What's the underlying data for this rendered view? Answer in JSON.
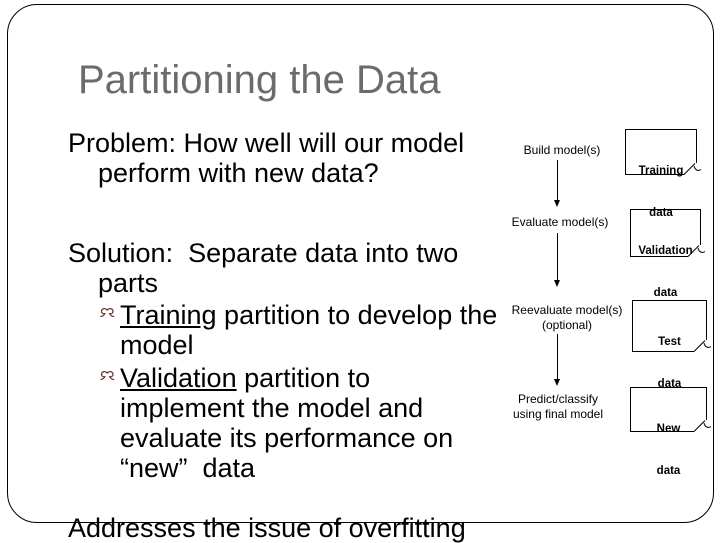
{
  "slide": {
    "title": "Partitioning the Data",
    "problem": {
      "line1": "Problem: How well will our model",
      "line2": "perform with new data?"
    },
    "solution": {
      "line1": "Solution:  Separate data into two",
      "line2": "parts"
    },
    "bullets": [
      {
        "lead": "Training",
        "first_rest": " partition to develop the",
        "lines": [
          "model"
        ]
      },
      {
        "lead": "Validation",
        "first_rest": " partition to",
        "lines": [
          "implement the model and",
          "evaluate its performance on",
          "“new”  data"
        ]
      }
    ],
    "footer": "Addresses the issue of overfitting"
  },
  "diagram": {
    "steps": [
      {
        "line1": "Build model(s)"
      },
      {
        "line1": "Evaluate model(s)"
      },
      {
        "line1": "Reevaluate model(s)",
        "line2": "(optional)"
      },
      {
        "line1": "Predict/classify",
        "line2": "using final model"
      }
    ],
    "boxes": [
      {
        "line1": "Training",
        "line2": "data"
      },
      {
        "line1": "Validation",
        "line2": "data"
      },
      {
        "line1": "Test",
        "line2": "data"
      },
      {
        "line1": "New",
        "line2": "data"
      }
    ]
  },
  "colors": {
    "title_gray": "#6b6b6b",
    "bullet_brown": "#6d3328",
    "line_black": "#000000"
  }
}
